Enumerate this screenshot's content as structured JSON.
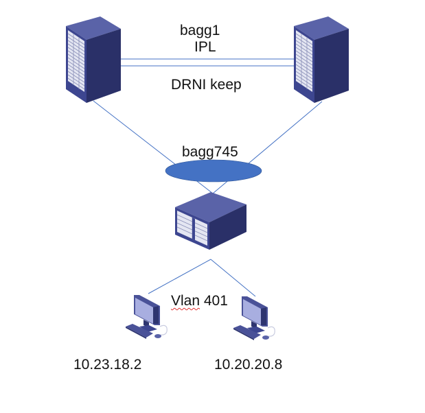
{
  "diagram": {
    "nodes": [
      {
        "id": "core-switch-left",
        "type": "rack-switch"
      },
      {
        "id": "core-switch-right",
        "type": "rack-switch"
      },
      {
        "id": "access-switch",
        "type": "chassis-switch"
      },
      {
        "id": "pc-left",
        "type": "workstation",
        "label": "10.23.18.2"
      },
      {
        "id": "pc-right",
        "type": "workstation",
        "label": "10.20.20.8"
      }
    ],
    "links": [
      {
        "from": "core-switch-left",
        "to": "core-switch-right",
        "label": "bagg1 IPL"
      },
      {
        "from": "core-switch-left",
        "to": "core-switch-right",
        "label": "DRNI keep"
      },
      {
        "from": "core-switch-left",
        "to": "access-switch",
        "group": "bagg745"
      },
      {
        "from": "core-switch-right",
        "to": "access-switch",
        "group": "bagg745"
      },
      {
        "from": "access-switch",
        "to": "pc-left",
        "group": "Vlan 401"
      },
      {
        "from": "access-switch",
        "to": "pc-right",
        "group": "Vlan 401"
      }
    ],
    "labels": {
      "bagg1": "bagg1",
      "ipl": "IPL",
      "drni_keep": "DRNI keep",
      "bagg745": "bagg745",
      "vlan_word": "Vlan",
      "vlan_num": " 401",
      "pc_left_ip": "10.23.18.2",
      "pc_right_ip": "10.20.20.8"
    },
    "colors": {
      "link": "#4472c4",
      "lag_ellipse": "#4472c4",
      "device_top": "#5a63a8",
      "device_side": "#2e3570",
      "device_front": "#3d4690"
    }
  }
}
